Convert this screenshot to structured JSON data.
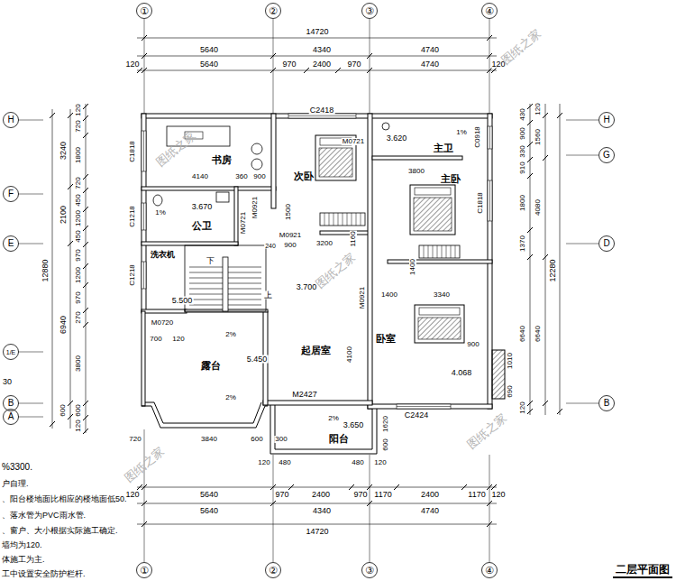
{
  "diagram": {
    "title": "二层平面图",
    "labels": [
      "①",
      "②",
      "③",
      "④",
      "14720",
      "5640",
      "4340",
      "4740",
      "120",
      "5640",
      "970",
      "2400",
      "970",
      "4740",
      "120",
      "H",
      "F",
      "E",
      "1/E",
      "B",
      "A",
      "H",
      "G",
      "D",
      "B",
      "①",
      "②",
      "③",
      "④",
      "12880",
      "3240",
      "2100",
      "6940",
      "600",
      "120",
      "720",
      "1800",
      "720",
      "450",
      "1200",
      "450",
      "970",
      "1200",
      "970",
      "270",
      "3800",
      "600",
      "120",
      "430",
      "900",
      "330",
      "910",
      "1800",
      "1370",
      "6640",
      "120",
      "120",
      "1560",
      "4080",
      "6640",
      "12280",
      "C2418",
      "C1818",
      "书房",
      "4140",
      "360",
      "900",
      "次卧",
      "M0921",
      "3.670",
      "1%",
      "公卫",
      "C1218",
      "M0721",
      "1500",
      "M0921",
      "240",
      "900",
      "3200",
      "1160",
      "洗衣机",
      "C1218",
      "下",
      "上",
      "5.500",
      "3.700",
      "M0721",
      "3.620",
      "主卫",
      "1%",
      "C0918",
      "3800",
      "主卧",
      "C1818",
      "1400",
      "1400",
      "3340",
      "M0921",
      "M0720",
      "700",
      "120",
      "2%",
      "5.450",
      "露台",
      "2%",
      "起居室",
      "4100",
      "卧室",
      "900",
      "4.068",
      "1010",
      "690",
      "M2427",
      "C2424",
      "2%",
      "3.650",
      "阳台",
      "1620",
      "600",
      "720",
      "3840",
      "600",
      "300",
      "120",
      "480",
      "480",
      "120",
      "120",
      "5640",
      "970",
      "2400",
      "970",
      "1170",
      "2400",
      "1170",
      "120",
      "5640",
      "4340",
      "4740",
      "14720",
      "30",
      "%3300.",
      "户自理.",
      "、阳台楼地面比相应的楼地面低50.",
      "、落水管为PVC雨水管.",
      "、窗户、大小根据实际施工确定.",
      "墙均为120.",
      "体施工为主.",
      "工中设置安全防护栏杆.",
      "图纸之家",
      "图纸之家",
      "图纸之家",
      "图纸之家",
      "图纸之家"
    ]
  }
}
